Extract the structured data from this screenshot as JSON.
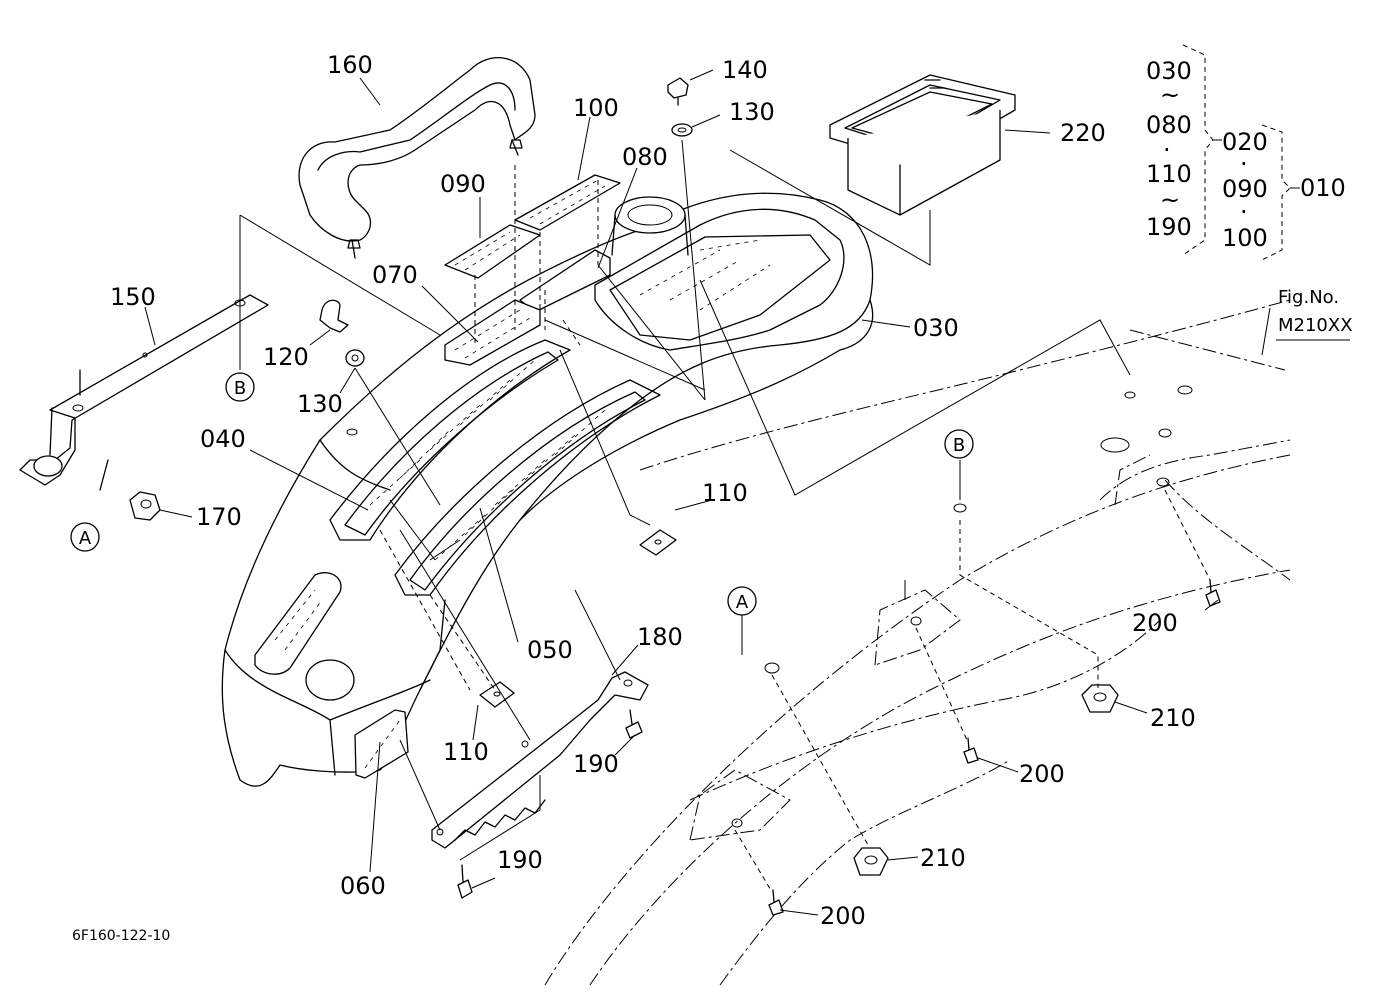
{
  "figure_number": {
    "label": "Fig.No.",
    "code": "M210XX"
  },
  "drawing_id": "6F160-122-10",
  "reference_markers": {
    "a": "A",
    "b": "B"
  },
  "parts": {
    "p010": "010",
    "p020": "020",
    "p030": "030",
    "p040": "040",
    "p050": "050",
    "p060": "060",
    "p070": "070",
    "p080": "080",
    "p090": "090",
    "p100": "100",
    "p110": "110",
    "p120": "120",
    "p130": "130",
    "p140": "140",
    "p150": "150",
    "p160": "160",
    "p170": "170",
    "p180": "180",
    "p190": "190",
    "p200": "200",
    "p210": "210",
    "p220": "220"
  },
  "assembly_tree": {
    "group_a": {
      "first": "030",
      "tilde1": "~",
      "second": "080",
      "dot": "·",
      "third": "110",
      "tilde2": "~",
      "fourth": "190"
    },
    "group_b": {
      "first": "020",
      "dot1": "·",
      "second": "090",
      "dot2": "·",
      "third": "100"
    },
    "root": "010"
  }
}
